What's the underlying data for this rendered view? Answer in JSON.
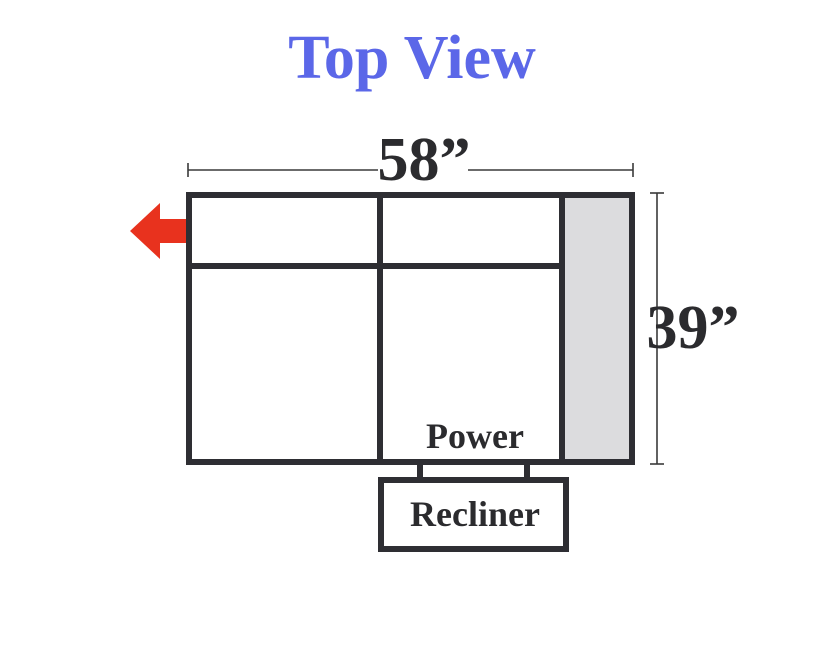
{
  "title": "Top View",
  "width_label": "58”",
  "depth_label": "39”",
  "power_label": "Power",
  "recliner_label": "Recliner",
  "colors": {
    "title": "#5b67e8",
    "outline": "#2e2e33",
    "arm_fill": "#dcdcde",
    "arrow": "#e8321e"
  }
}
